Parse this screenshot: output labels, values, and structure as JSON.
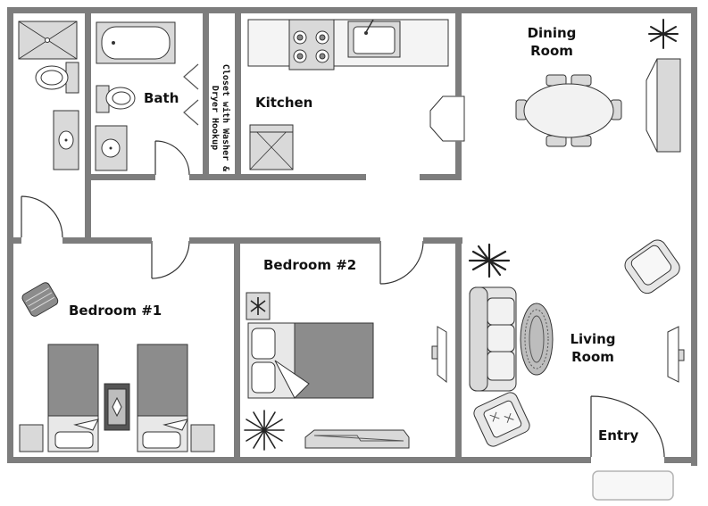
{
  "floor_plan": {
    "rooms": {
      "bath": "Bath",
      "closet_line1": "Closet with Washer &",
      "closet_line2": "Dryer Hookup",
      "kitchen": "Kitchen",
      "dining_line1": "Dining",
      "dining_line2": "Room",
      "bedroom1": "Bedroom #1",
      "bedroom2": "Bedroom #2",
      "living_line1": "Living",
      "living_line2": "Room",
      "entry": "Entry"
    },
    "colors": {
      "wall": "#7d7d7d",
      "furniture_fill": "#d9d9d9",
      "furniture_dark": "#8c8c8c",
      "furniture_stroke": "#333333",
      "plant": "#222222"
    }
  }
}
